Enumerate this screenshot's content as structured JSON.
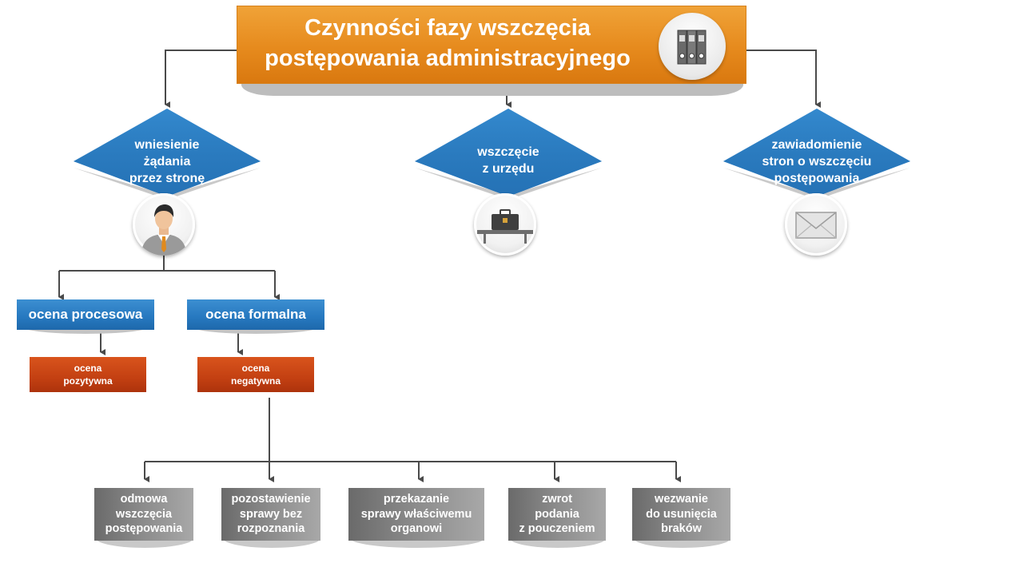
{
  "title": {
    "line1": "Czynności fazy wszczęcia",
    "line2": "postępowania administracyjnego",
    "icon": "binders-icon"
  },
  "branches": [
    {
      "line1": "wniesienie",
      "line2": "żądania",
      "line3": "przez stronę",
      "icon": "person-icon"
    },
    {
      "line1": "wszczęcie",
      "line2": "z urzędu",
      "icon": "briefcase-desk-icon"
    },
    {
      "line1": "zawiadomienie",
      "line2": "stron o wszczęciu",
      "line3": "postępowania",
      "icon": "envelope-icon"
    }
  ],
  "evaluations": [
    {
      "label": "ocena procesowa",
      "result_line1": "ocena",
      "result_line2": "pozytywna"
    },
    {
      "label": "ocena formalna",
      "result_line1": "ocena",
      "result_line2": "negatywna"
    }
  ],
  "outcomes": [
    {
      "line1": "odmowa",
      "line2": "wszczęcia",
      "line3": "postępowania"
    },
    {
      "line1": "pozostawienie",
      "line2": "sprawy bez",
      "line3": "rozpoznania"
    },
    {
      "line1": "przekazanie",
      "line2": "sprawy właściwemu",
      "line3": "organowi"
    },
    {
      "line1": "zwrot",
      "line2": "podania",
      "line3": "z pouczeniem"
    },
    {
      "line1": "wezwanie",
      "line2": "do usunięcia",
      "line3": "braków"
    }
  ],
  "colors": {
    "title": "#e68a1d",
    "diamond": "#2a7cc2",
    "blue_label": "#2678bf",
    "red_box": "#c34012",
    "gray_box": "#8c8c8c",
    "connector": "#4a4a4a"
  }
}
